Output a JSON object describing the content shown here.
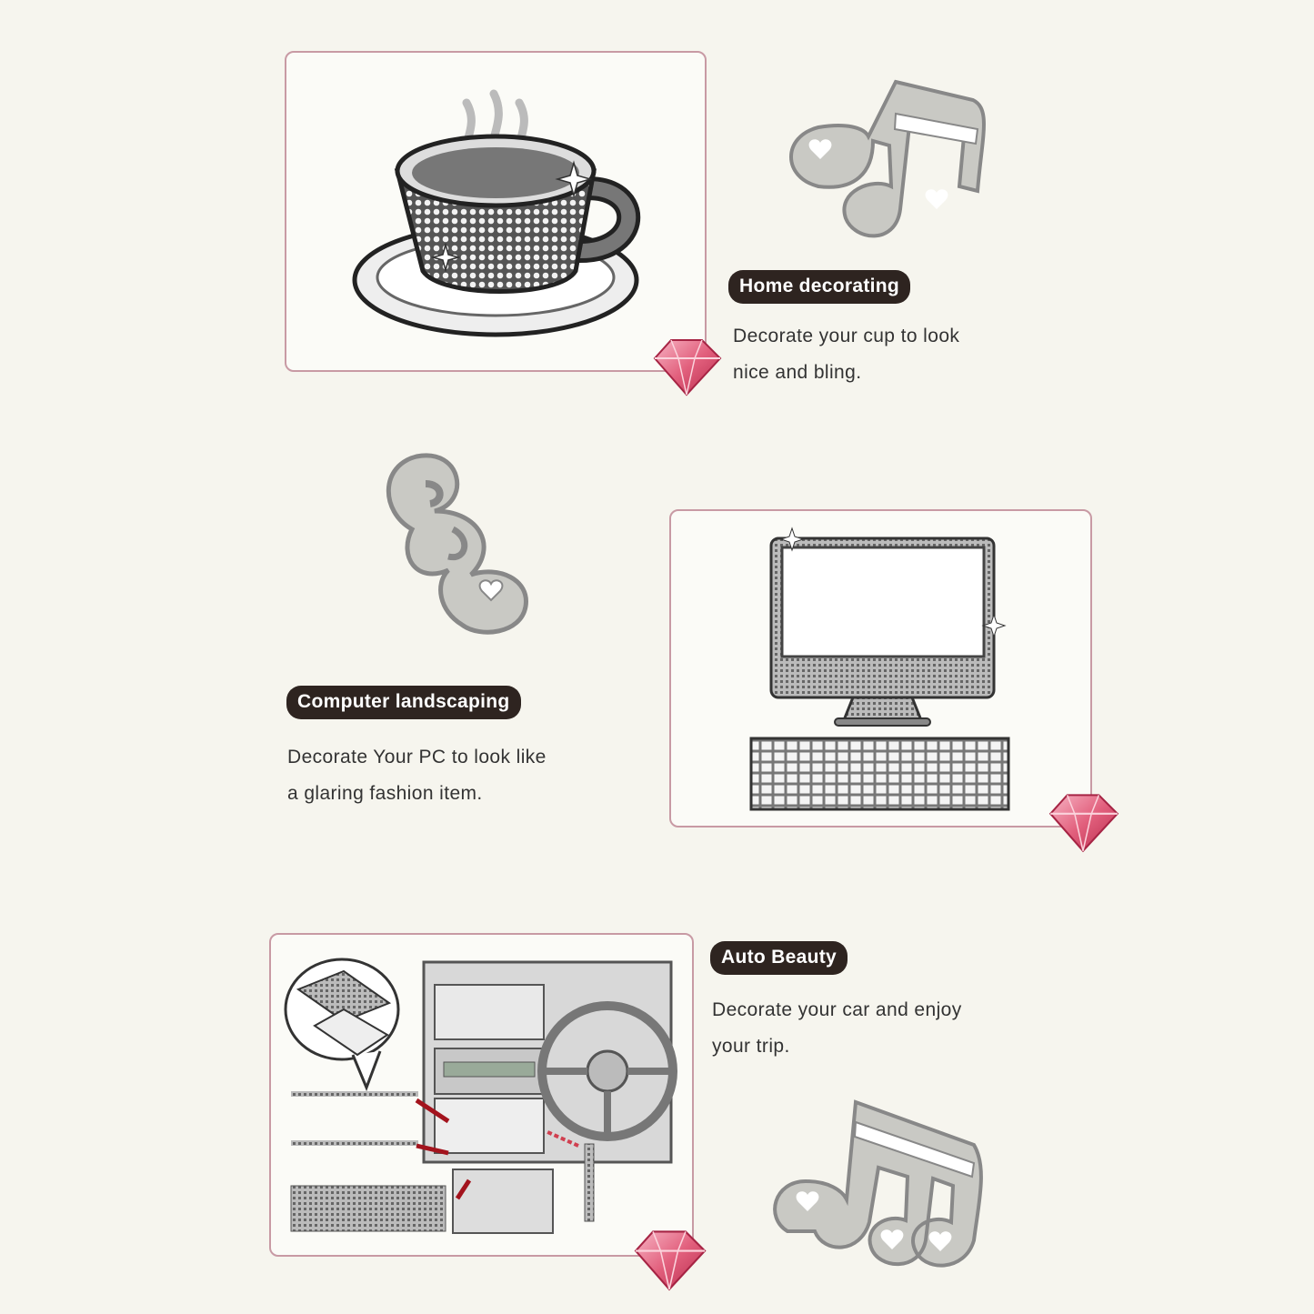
{
  "sections": [
    {
      "title": "Home decorating",
      "desc_line1": "Decorate your cup to look",
      "desc_line2": "nice and bling."
    },
    {
      "title": "Computer landscaping",
      "desc_line1": "Decorate Your PC to look like",
      "desc_line2": "a glaring fashion item."
    },
    {
      "title": "Auto Beauty",
      "desc_line1": "Decorate your car and enjoy",
      "desc_line2": "your trip."
    }
  ],
  "icons": {
    "cup": "rhinestone-cup-icon",
    "computer": "rhinestone-computer-icon",
    "car": "car-interior-icon",
    "gem": "pink-gem-icon",
    "note": "music-note-icon"
  },
  "colors": {
    "background": "#f6f5ee",
    "frame_border": "#c89aa4",
    "pill_bg": "#2e2420",
    "gem": "#e2607d",
    "note_fill": "#c9c9c4"
  }
}
